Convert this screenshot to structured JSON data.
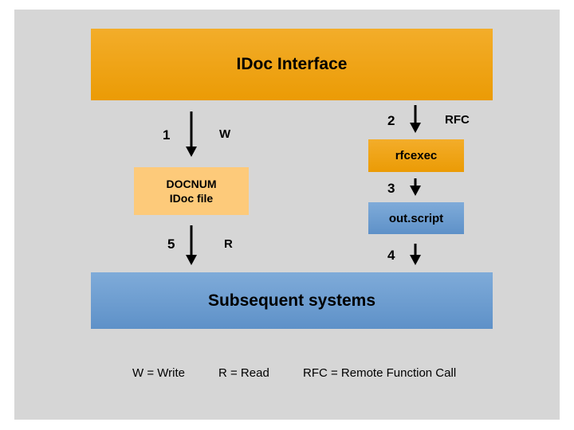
{
  "boxes": {
    "idoc_interface": "IDoc Interface",
    "subsequent_systems": "Subsequent systems",
    "docnum_line1": "DOCNUM",
    "docnum_line2": "IDoc file",
    "rfcexec": "rfcexec",
    "out_script": "out.script"
  },
  "steps": {
    "step1": "1",
    "step1_label": "W",
    "step2": "2",
    "step2_label": "RFC",
    "step3": "3",
    "step4": "4",
    "step5": "5",
    "step5_label": "R"
  },
  "legend": {
    "write": "W = Write",
    "read": "R = Read",
    "rfc": "RFC = Remote Function Call"
  },
  "colors": {
    "orange": "#eb9b05",
    "light_orange": "#fdca7a",
    "blue": "#6b9bd0",
    "background": "#d6d6d6"
  }
}
